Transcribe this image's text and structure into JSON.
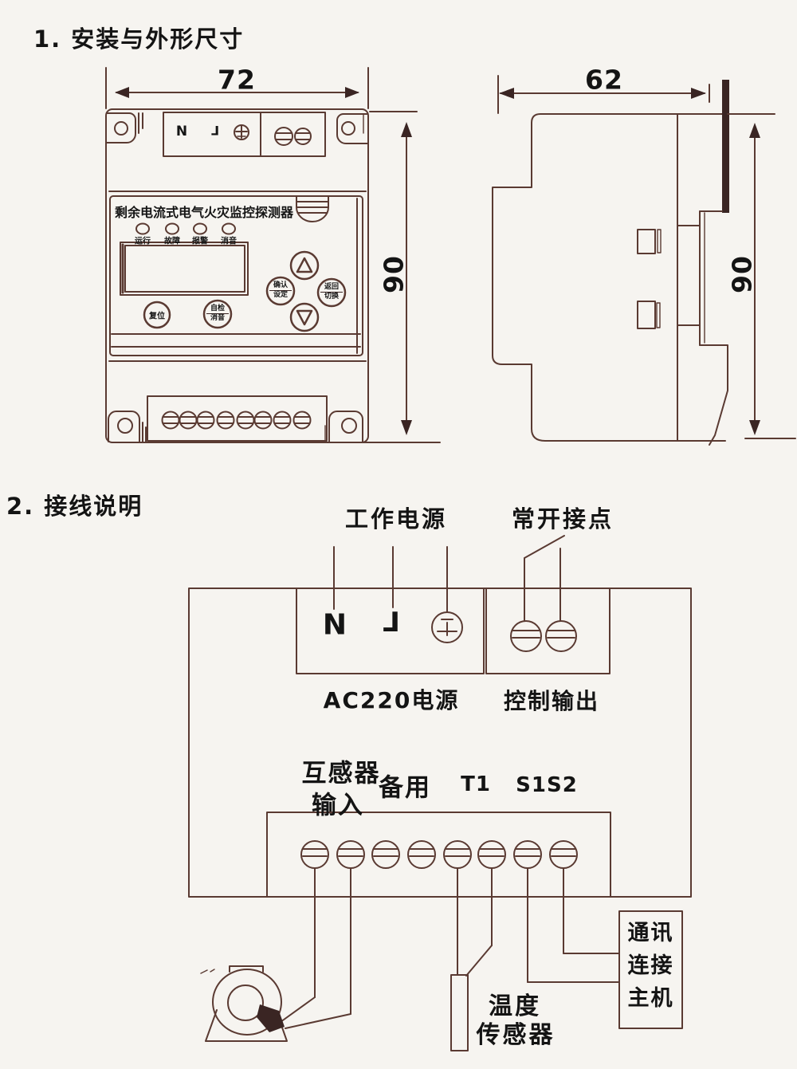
{
  "colors": {
    "background": "#f6f4f0",
    "line": "#5a3a32",
    "dark_fill": "#3a2523",
    "text": "#141414"
  },
  "section1": {
    "heading": "1. 安装与外形尺寸",
    "dim_front_width": "72",
    "dim_front_height": "90",
    "dim_side_width": "62",
    "dim_side_height": "90",
    "front_view": {
      "terminal_n": "N",
      "terminal_l": "L",
      "panel_title": "剩余电流式电气火灾监控探测器",
      "led_run": "运行",
      "led_fault": "故障",
      "led_alarm": "报警",
      "led_mute": "消音",
      "btn_confirm_line1": "确认",
      "btn_confirm_line2": "设定",
      "btn_back_line1": "返回",
      "btn_back_line2": "切换",
      "btn_reset": "复位",
      "btn_selfcheck_line1": "自检",
      "btn_selfcheck_line2": "消音"
    }
  },
  "section2": {
    "heading": "2. 接线说明",
    "working_power": "工作电源",
    "no_contact": "常开接点",
    "terminal_n": "N",
    "terminal_l": "L",
    "ac220": "AC220电源",
    "control_output": "控制输出",
    "ct_input_line1": "互感器",
    "ct_input_line2": "输入",
    "spare": "备用",
    "t1": "T1",
    "s1s2": "S1S2",
    "temp_line1": "温度",
    "temp_line2": "传感器",
    "comm_line1": "通讯",
    "comm_line2": "连接",
    "comm_line3": "主机"
  }
}
